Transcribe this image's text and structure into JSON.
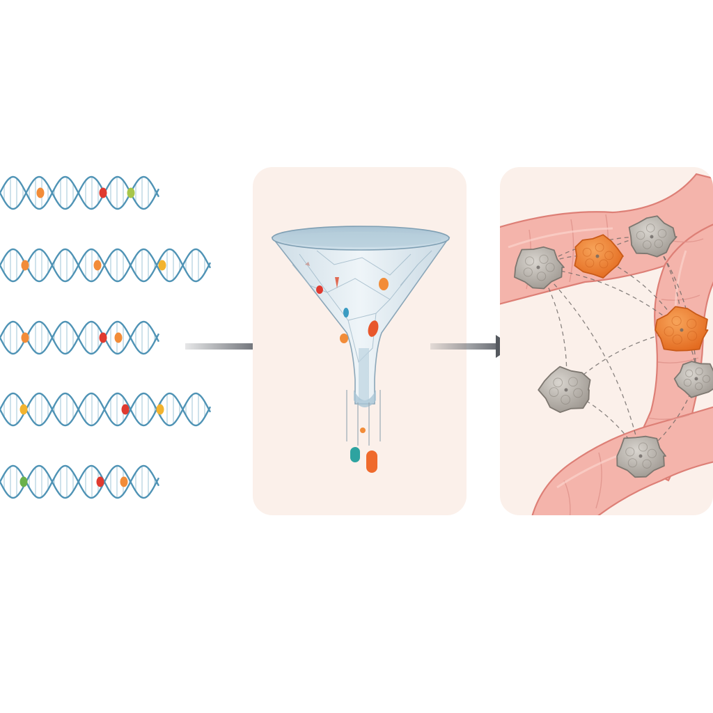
{
  "colors": {
    "background": "#ffffff",
    "panel": "#fbf0ea",
    "dna_strand": "#4f93b5",
    "dna_rung": "#a9cbdc",
    "arrow": "#5b5f66",
    "funnel_glass": "#d8e7f0",
    "funnel_rim": "#8aa6b8",
    "colon_fill": "#f4b4ab",
    "colon_edge": "#dd7f76",
    "polyp_gray": "#b9b3ab",
    "polyp_orange": "#ef7e2e",
    "network_line": "#6b6664"
  },
  "dna_rows": [
    {
      "mark_colors": [
        "#f28c38",
        "#e03a2f",
        "#a7c64a"
      ]
    },
    {
      "mark_colors": [
        "#f28c38",
        "#f28c38",
        "#f2b32e"
      ]
    },
    {
      "mark_colors": [
        "#f28c38",
        "#e03a2f",
        "#f28c38"
      ]
    },
    {
      "mark_colors": [
        "#f2b32e",
        "#e03a2f",
        "#f2b32e"
      ]
    },
    {
      "mark_colors": [
        "#6bb14c",
        "#e03a2f",
        "#f28c38"
      ]
    }
  ],
  "funnel_particles": [
    "#e03a2f",
    "#f28c38",
    "#e8572c",
    "#f28c38",
    "#3a9bc2"
  ],
  "funnel_output": [
    "#2ea3a0",
    "#ef6a2c"
  ],
  "polyps": [
    {
      "color": "gray"
    },
    {
      "color": "orange"
    },
    {
      "color": "gray"
    },
    {
      "color": "orange"
    },
    {
      "color": "gray"
    },
    {
      "color": "gray"
    },
    {
      "color": "gray"
    }
  ],
  "icons": {
    "arrow_1": "arrow-right-icon",
    "arrow_2": "arrow-right-icon",
    "funnel": "funnel-icon",
    "colon": "colon-icon"
  }
}
